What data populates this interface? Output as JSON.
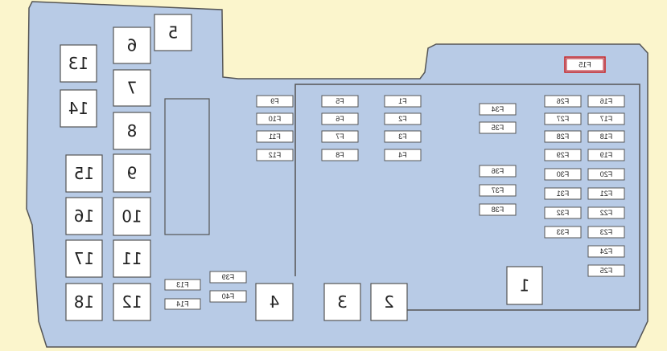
{
  "big_boxes": [
    {
      "id": "5",
      "label": "5"
    },
    {
      "id": "6",
      "label": "6"
    },
    {
      "id": "13",
      "label": "13"
    },
    {
      "id": "7",
      "label": "7"
    },
    {
      "id": "14",
      "label": "14"
    },
    {
      "id": "8",
      "label": "8"
    },
    {
      "id": "15",
      "label": "15"
    },
    {
      "id": "9",
      "label": "9"
    },
    {
      "id": "16",
      "label": "16"
    },
    {
      "id": "10",
      "label": "10"
    },
    {
      "id": "17",
      "label": "17"
    },
    {
      "id": "11",
      "label": "11"
    },
    {
      "id": "18",
      "label": "18"
    },
    {
      "id": "12",
      "label": "12"
    },
    {
      "id": "4",
      "label": "4"
    },
    {
      "id": "3",
      "label": "3"
    },
    {
      "id": "2",
      "label": "2"
    },
    {
      "id": "1",
      "label": "1"
    }
  ],
  "fuses": [
    {
      "id": "F15",
      "label": "F15",
      "highlighted": true
    },
    {
      "id": "F9",
      "label": "F9"
    },
    {
      "id": "F10",
      "label": "F10"
    },
    {
      "id": "F11",
      "label": "F11"
    },
    {
      "id": "F12",
      "label": "F12"
    },
    {
      "id": "F5",
      "label": "F5"
    },
    {
      "id": "F6",
      "label": "F6"
    },
    {
      "id": "F7",
      "label": "F7"
    },
    {
      "id": "F8",
      "label": "F8"
    },
    {
      "id": "F1",
      "label": "F1"
    },
    {
      "id": "F2",
      "label": "F2"
    },
    {
      "id": "F3",
      "label": "F3"
    },
    {
      "id": "F4",
      "label": "F4"
    },
    {
      "id": "F34",
      "label": "F34"
    },
    {
      "id": "F35",
      "label": "F35"
    },
    {
      "id": "F36",
      "label": "F36"
    },
    {
      "id": "F37",
      "label": "F37"
    },
    {
      "id": "F38",
      "label": "F38"
    },
    {
      "id": "F26",
      "label": "F26"
    },
    {
      "id": "F27",
      "label": "F27"
    },
    {
      "id": "F28",
      "label": "F28"
    },
    {
      "id": "F29",
      "label": "F29"
    },
    {
      "id": "F30",
      "label": "F30"
    },
    {
      "id": "F31",
      "label": "F31"
    },
    {
      "id": "F32",
      "label": "F32"
    },
    {
      "id": "F33",
      "label": "F33"
    },
    {
      "id": "F16",
      "label": "F16"
    },
    {
      "id": "F17",
      "label": "F17"
    },
    {
      "id": "F18",
      "label": "F18"
    },
    {
      "id": "F19",
      "label": "F19"
    },
    {
      "id": "F20",
      "label": "F20"
    },
    {
      "id": "F21",
      "label": "F21"
    },
    {
      "id": "F22",
      "label": "F22"
    },
    {
      "id": "F23",
      "label": "F23"
    },
    {
      "id": "F24",
      "label": "F24"
    },
    {
      "id": "F25",
      "label": "F25"
    },
    {
      "id": "F13",
      "label": "F13"
    },
    {
      "id": "F14",
      "label": "F14"
    },
    {
      "id": "F39",
      "label": "F39"
    },
    {
      "id": "F40",
      "label": "F40"
    }
  ],
  "colors": {
    "background": "#fbf5cc",
    "panel_fill": "#b8cbe6",
    "box_fill": "#ffffff",
    "outline": "#555555",
    "highlight": "#cc2222"
  }
}
